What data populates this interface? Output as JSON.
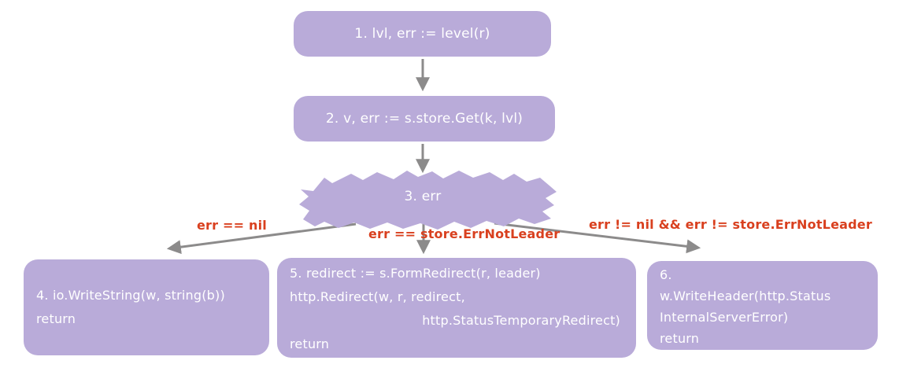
{
  "diagram": {
    "background": "#ffffff",
    "colors": {
      "node_fill": "#b9abd9",
      "node_text": "#ffffff",
      "edge_label_color": "#d9401f",
      "arrow_color": "#8c8b8b"
    },
    "nodes": [
      {
        "id": "1",
        "shape": "rounded-rect",
        "label": "1. lvl, err := level(r)"
      },
      {
        "id": "2",
        "shape": "rounded-rect",
        "label": "2. v, err := s.store.Get(k, lvl)"
      },
      {
        "id": "3",
        "shape": "jagged-burst",
        "label": "3. err"
      },
      {
        "id": "4",
        "shape": "rounded-rect",
        "lines": [
          "4. io.WriteString(w, string(b))",
          "return"
        ]
      },
      {
        "id": "5",
        "shape": "rounded-rect",
        "lines": [
          "5. redirect := s.FormRedirect(r, leader)",
          "http.Redirect(w, r, redirect,",
          "http.StatusTemporaryRedirect)",
          "return"
        ]
      },
      {
        "id": "6",
        "shape": "rounded-rect",
        "lines": [
          "6.",
          "w.WriteHeader(http.Status",
          "InternalServerError)",
          "return"
        ]
      }
    ],
    "edges": [
      {
        "from": "1",
        "to": "2",
        "label": ""
      },
      {
        "from": "2",
        "to": "3",
        "label": ""
      },
      {
        "from": "3",
        "to": "4",
        "label": "err == nil"
      },
      {
        "from": "3",
        "to": "5",
        "label": "err == store.ErrNotLeader"
      },
      {
        "from": "3",
        "to": "6",
        "label": "err != nil && err != store.ErrNotLeader"
      }
    ]
  }
}
